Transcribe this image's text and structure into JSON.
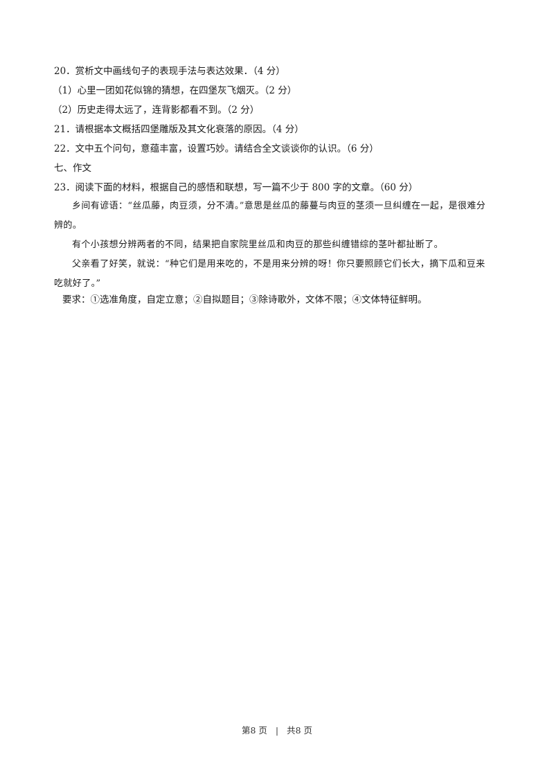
{
  "questions": {
    "q20": "20．赏析文中画线句子的表现手法与表达效果．（4 分）",
    "q20_1": "（1）心里一团如花似锦的猜想，在四堡灰飞烟灭。（2 分）",
    "q20_2": "（2）历史走得太远了，连背影都看不到。（2 分）",
    "q21": "21．请根据本文概括四堡雕版及其文化衰落的原因。（4 分）",
    "q22": "22．文中五个问句，意蕴丰富，设置巧妙。请结合全文谈谈你的认识。（6 分）"
  },
  "section": {
    "heading": "七、作文"
  },
  "q23": {
    "prompt": "23．阅读下面的材料，根据自己的感悟和联想，写一篇不少于 800 字的文章。（60 分）",
    "para1": "乡间有谚语：“丝瓜藤，肉豆须，分不清。”意思是丝瓜的藤蔓与肉豆的茎须一旦纠缠在一起，是很难分辨的。",
    "para2": "有个小孩想分辨两者的不同，结果把自家院里丝瓜和肉豆的那些纠缠错综的茎叶都扯断了。",
    "para3": "父亲看了好笑，就说：“种它们是用来吃的，不是用来分辨的呀！你只要照顾它们长大，摘下瓜和豆来吃就好了。”",
    "requirements": "要求：①选准角度，自定立意；②自拟题目；③除诗歌外，文体不限；④文体特征鲜明。"
  },
  "footer": {
    "page": "第8 页",
    "separator": "|",
    "total": "共8 页"
  }
}
